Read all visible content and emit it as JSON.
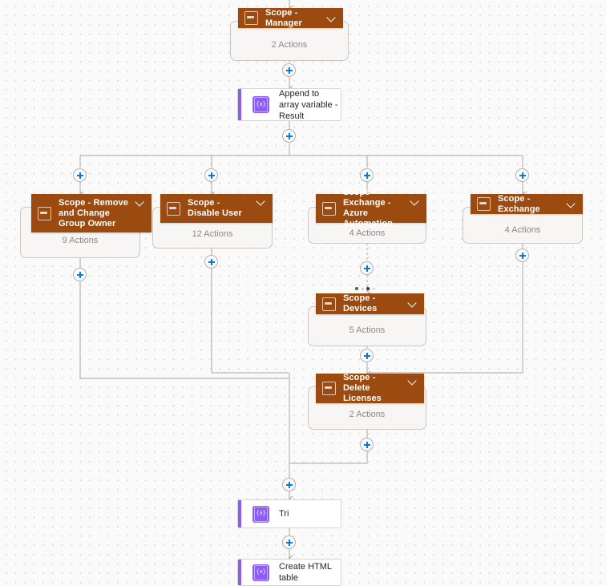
{
  "canvas": {
    "background": "#fbfafa",
    "grid_dot_color": "#d8d5d3",
    "scope_header_color": "#9b4a10",
    "scope_body_color": "#f8f6f4",
    "action_accent_color": "#8b5cf6",
    "plus_color": "#0a7bd4",
    "connector_color": "#b9b6b4"
  },
  "nodes": [
    {
      "id": "scope-manager",
      "type": "scope",
      "title": "Scope - Manager",
      "actions": "2 Actions",
      "icon": "scope-icon",
      "chevron": "chevron-down-icon"
    },
    {
      "id": "append-to-array-variable-result",
      "type": "action",
      "title": "Append to array variable - Result",
      "icon": "expression-icon"
    },
    {
      "id": "scope-remove-and-change-group-owner",
      "type": "scope",
      "title": "Scope - Remove and Change Group Owner",
      "actions": "9 Actions",
      "icon": "scope-icon",
      "chevron": "chevron-down-icon"
    },
    {
      "id": "scope-disable-user",
      "type": "scope",
      "title": "Scope - Disable User",
      "actions": "12 Actions",
      "icon": "scope-icon",
      "chevron": "chevron-down-icon"
    },
    {
      "id": "scope-exchange-azure-automation",
      "type": "scope",
      "title": "Scope - Exchange - Azure Automation",
      "actions": "4 Actions",
      "icon": "scope-icon",
      "chevron": "chevron-down-icon"
    },
    {
      "id": "scope-exchange",
      "type": "scope",
      "title": "Scope - Exchange",
      "actions": "4 Actions",
      "icon": "scope-icon",
      "chevron": "chevron-down-icon"
    },
    {
      "id": "scope-devices",
      "type": "scope",
      "title": "Scope - Devices",
      "actions": "5 Actions",
      "icon": "scope-icon",
      "chevron": "chevron-down-icon"
    },
    {
      "id": "scope-delete-licenses",
      "type": "scope",
      "title": "Scope - Delete Licenses",
      "actions": "2 Actions",
      "icon": "scope-icon",
      "chevron": "chevron-down-icon"
    },
    {
      "id": "tri",
      "type": "action",
      "title": "Tri",
      "icon": "expression-icon"
    },
    {
      "id": "create-html-table",
      "type": "action",
      "title": "Create HTML table",
      "icon": "expression-icon"
    }
  ],
  "icons": {
    "expression_glyph": "{x}",
    "add_step_label": "+"
  }
}
